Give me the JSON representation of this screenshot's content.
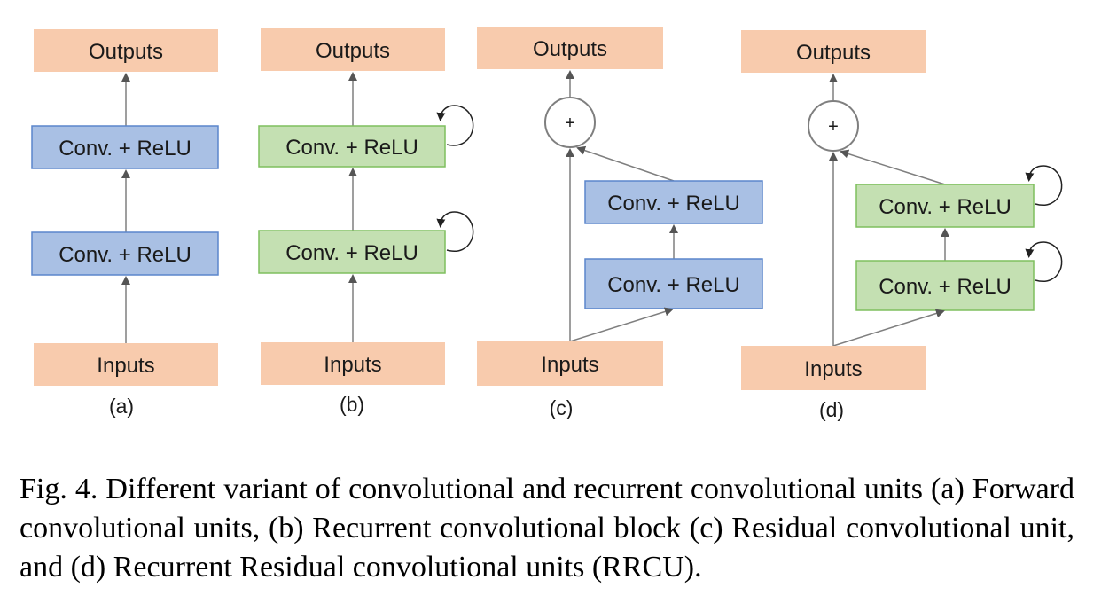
{
  "colors": {
    "io_fill": "#f8cbad",
    "conv_blue_fill": "#a9c0e4",
    "conv_blue_border": "#5b86cc",
    "conv_green_fill": "#c4e0b2",
    "conv_green_border": "#7fbf5e",
    "arrow": "#7f7f7f"
  },
  "labels": {
    "outputs": "Outputs",
    "inputs": "Inputs",
    "conv_relu": "Conv. + ReLU",
    "plus": "+"
  },
  "panels": [
    {
      "id": "a",
      "label": "(a)",
      "type": "forward",
      "conv_style": "blue"
    },
    {
      "id": "b",
      "label": "(b)",
      "type": "recurrent",
      "conv_style": "green"
    },
    {
      "id": "c",
      "label": "(c)",
      "type": "residual",
      "conv_style": "blue"
    },
    {
      "id": "d",
      "label": "(d)",
      "type": "recurrent-residual",
      "conv_style": "green"
    }
  ],
  "caption": "Fig. 4. Different variant of convolutional and recurrent convolutional units (a) Forward convolutional units, (b) Recurrent convolutional block (c) Residual convolutional unit, and (d) Recurrent Residual convolutional units (RRCU)."
}
